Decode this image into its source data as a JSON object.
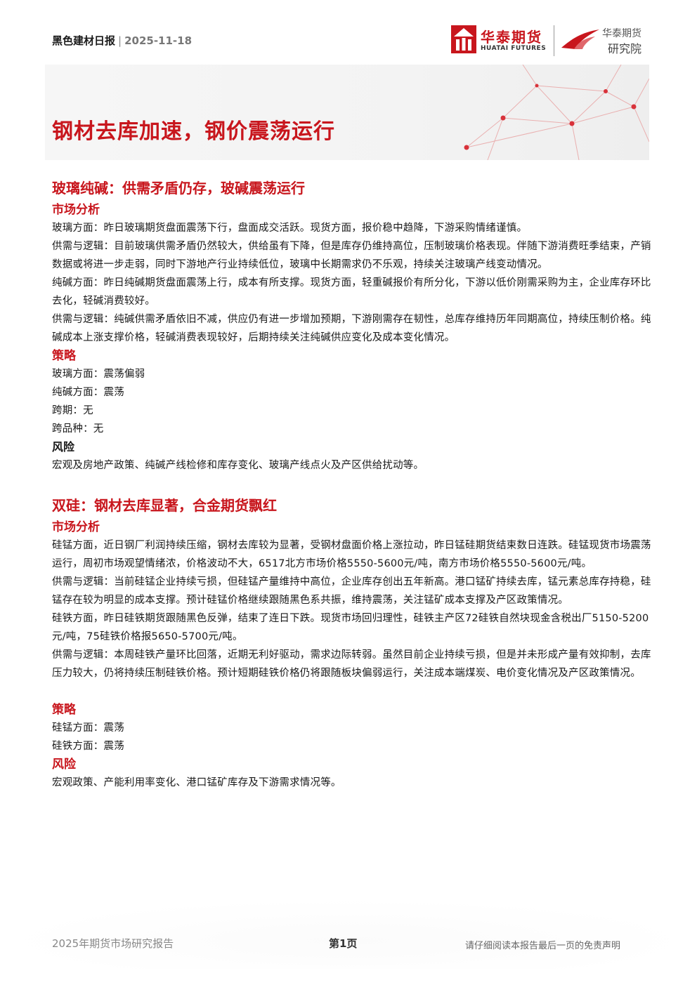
{
  "header": {
    "report_name": "黑色建材日报",
    "separator": "|",
    "date": "2025-11-18"
  },
  "logo": {
    "company_cn": "华泰期货",
    "company_en": "HUATAI FUTURES",
    "institute_line1": "华泰期货",
    "institute_line2": "研究院",
    "brand_color": "#c8161d"
  },
  "banner": {
    "title": "钢材去库加速，钢价震荡运行"
  },
  "sections": [
    {
      "title": "玻璃纯碱：供需矛盾仍存，玻碱震荡运行",
      "market_heading": "市场分析",
      "market_paragraphs": [
        "玻璃方面：昨日玻璃期货盘面震荡下行，盘面成交活跃。现货方面，报价稳中趋降，下游采购情绪谨慎。",
        "供需与逻辑：目前玻璃供需矛盾仍然较大，供给虽有下降，但是库存仍维持高位，压制玻璃价格表现。伴随下游消费旺季结束，产销数据或将进一步走弱，同时下游地产行业持续低位，玻璃中长期需求仍不乐观，持续关注玻璃产线变动情况。",
        "纯碱方面：昨日纯碱期货盘面震荡上行，成本有所支撑。现货方面，轻重碱报价有所分化，下游以低价刚需采购为主，企业库存环比去化，轻碱消费较好。",
        "供需与逻辑：纯碱供需矛盾依旧不减，供应仍有进一步增加预期，下游刚需存在韧性，总库存维持历年同期高位，持续压制价格。纯碱成本上涨支撑价格，轻碱消费表现较好，后期持续关注纯碱供应变化及成本变化情况。"
      ],
      "strategy_heading": "策略",
      "strategy_items": [
        "玻璃方面：震荡偏弱",
        "纯碱方面：震荡",
        "跨期：无",
        "跨品种：无"
      ],
      "risk_heading": "风险",
      "risk_text": "宏观及房地产政策、纯碱产线检修和库存变化、玻璃产线点火及产区供给扰动等。"
    },
    {
      "title": "双硅：钢材去库显著，合金期货飘红",
      "market_heading": "市场分析",
      "market_paragraphs": [
        "硅锰方面，近日钢厂利润持续压缩，钢材去库较为显著，受钢材盘面价格上涨拉动，昨日锰硅期货结束数日连跌。硅锰现货市场震荡运行，周初市场观望情绪浓，价格波动不大，6517北方市场价格5550-5600元/吨，南方市场价格5550-5600元/吨。",
        "供需与逻辑：当前硅锰企业持续亏损，但硅锰产量维持中高位，企业库存创出五年新高。港口锰矿持续去库，锰元素总库存持稳，硅锰存在较为明显的成本支撑。预计硅锰价格继续跟随黑色系共振，维持震荡，关注锰矿成本支撑及产区政策情况。",
        "硅铁方面，昨日硅铁期货跟随黑色反弹，结束了连日下跌。现货市场回归理性，硅铁主产区72硅铁自然块现金含税出厂5150-5200元/吨，75硅铁价格报5650-5700元/吨。",
        "供需与逻辑：本周硅铁产量环比回落，近期无利好驱动，需求边际转弱。虽然目前企业持续亏损，但是并未形成产量有效抑制，去库压力较大，仍将持续压制硅铁价格。预计短期硅铁价格仍将跟随板块偏弱运行，关注成本端煤炭、电价变化情况及产区政策情况。"
      ],
      "strategy_heading": "策略",
      "strategy_items": [
        "硅锰方面：震荡",
        "硅铁方面：震荡"
      ],
      "risk_heading": "风险",
      "risk_text": "宏观政策、产能利用率变化、港口锰矿库存及下游需求情况等。"
    }
  ],
  "footer": {
    "left": "2025年期货市场研究报告",
    "page": "第1页",
    "right": "请仔细阅读本报告最后一页的免责声明"
  }
}
